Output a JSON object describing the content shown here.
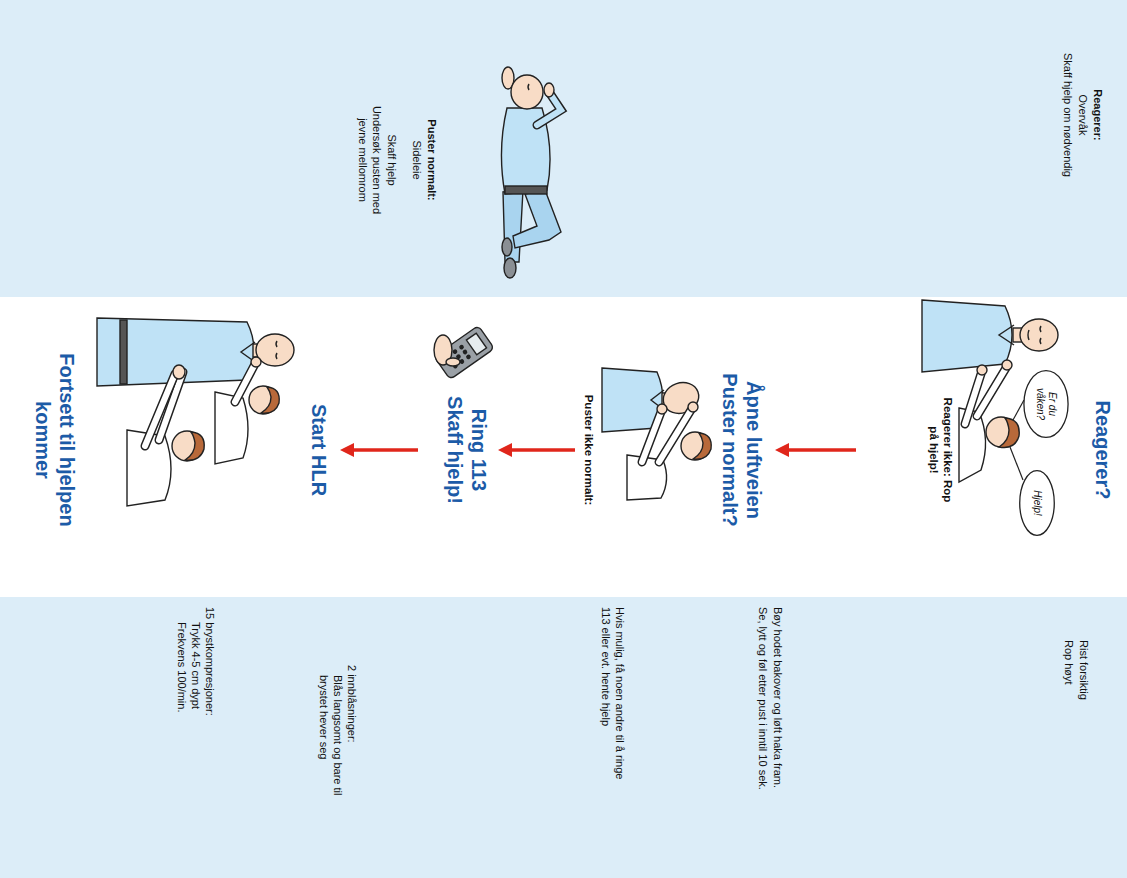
{
  "diagram": {
    "nodes": [
      {
        "text": [
          "Reagerer:",
          "Overvåk",
          "Skaff hjelp om nødvendig",
          "Puster normalt:",
          "Sideleie",
          "Skaff hjelp",
          "Undersøk pusten med jevne mellomrom"
        ]
      },
      {
        "text": [
          "Reagerer?",
          "Reagerer ikke: Rop på hjelp!"
        ]
      },
      {
        "text": [
          "Er du våken?"
        ],
        "in": 1
      },
      {
        "text": [
          "Hjelp!"
        ],
        "in": 1
      },
      {
        "text": [
          "Åpne luftveien Puster normalt?",
          "Puster ikke normalt:"
        ]
      },
      {
        "text": [
          "Ring 113 Skaff hjelp!"
        ]
      },
      {
        "text": [
          "Start HLR",
          "Fortsett til hjelpen kommer"
        ]
      },
      {
        "text": [
          "Rist forsiktig",
          "Rop høyt",
          "Bøy hodet bakover og løft haka fram.",
          "Se, lytt og føl etter pust i inntil 10 sek.",
          "Hvis mulig, få noen andre til å ringe 113 eller evt. hente hjelp",
          "2 innblåsninger:",
          "Blås langsomt og bare til brystet hever seg",
          "15 brystkompresjoner:",
          "Trykk 4-5 cm dypt",
          "Frekvens 100/min."
        ]
      }
    ],
    "edges": [
      {
        "from": 1,
        "to": 4,
        "arrow": "to"
      },
      {
        "from": 4,
        "to": 5,
        "arrow": "to"
      },
      {
        "from": 5,
        "to": 6,
        "arrow": "to"
      }
    ]
  }
}
